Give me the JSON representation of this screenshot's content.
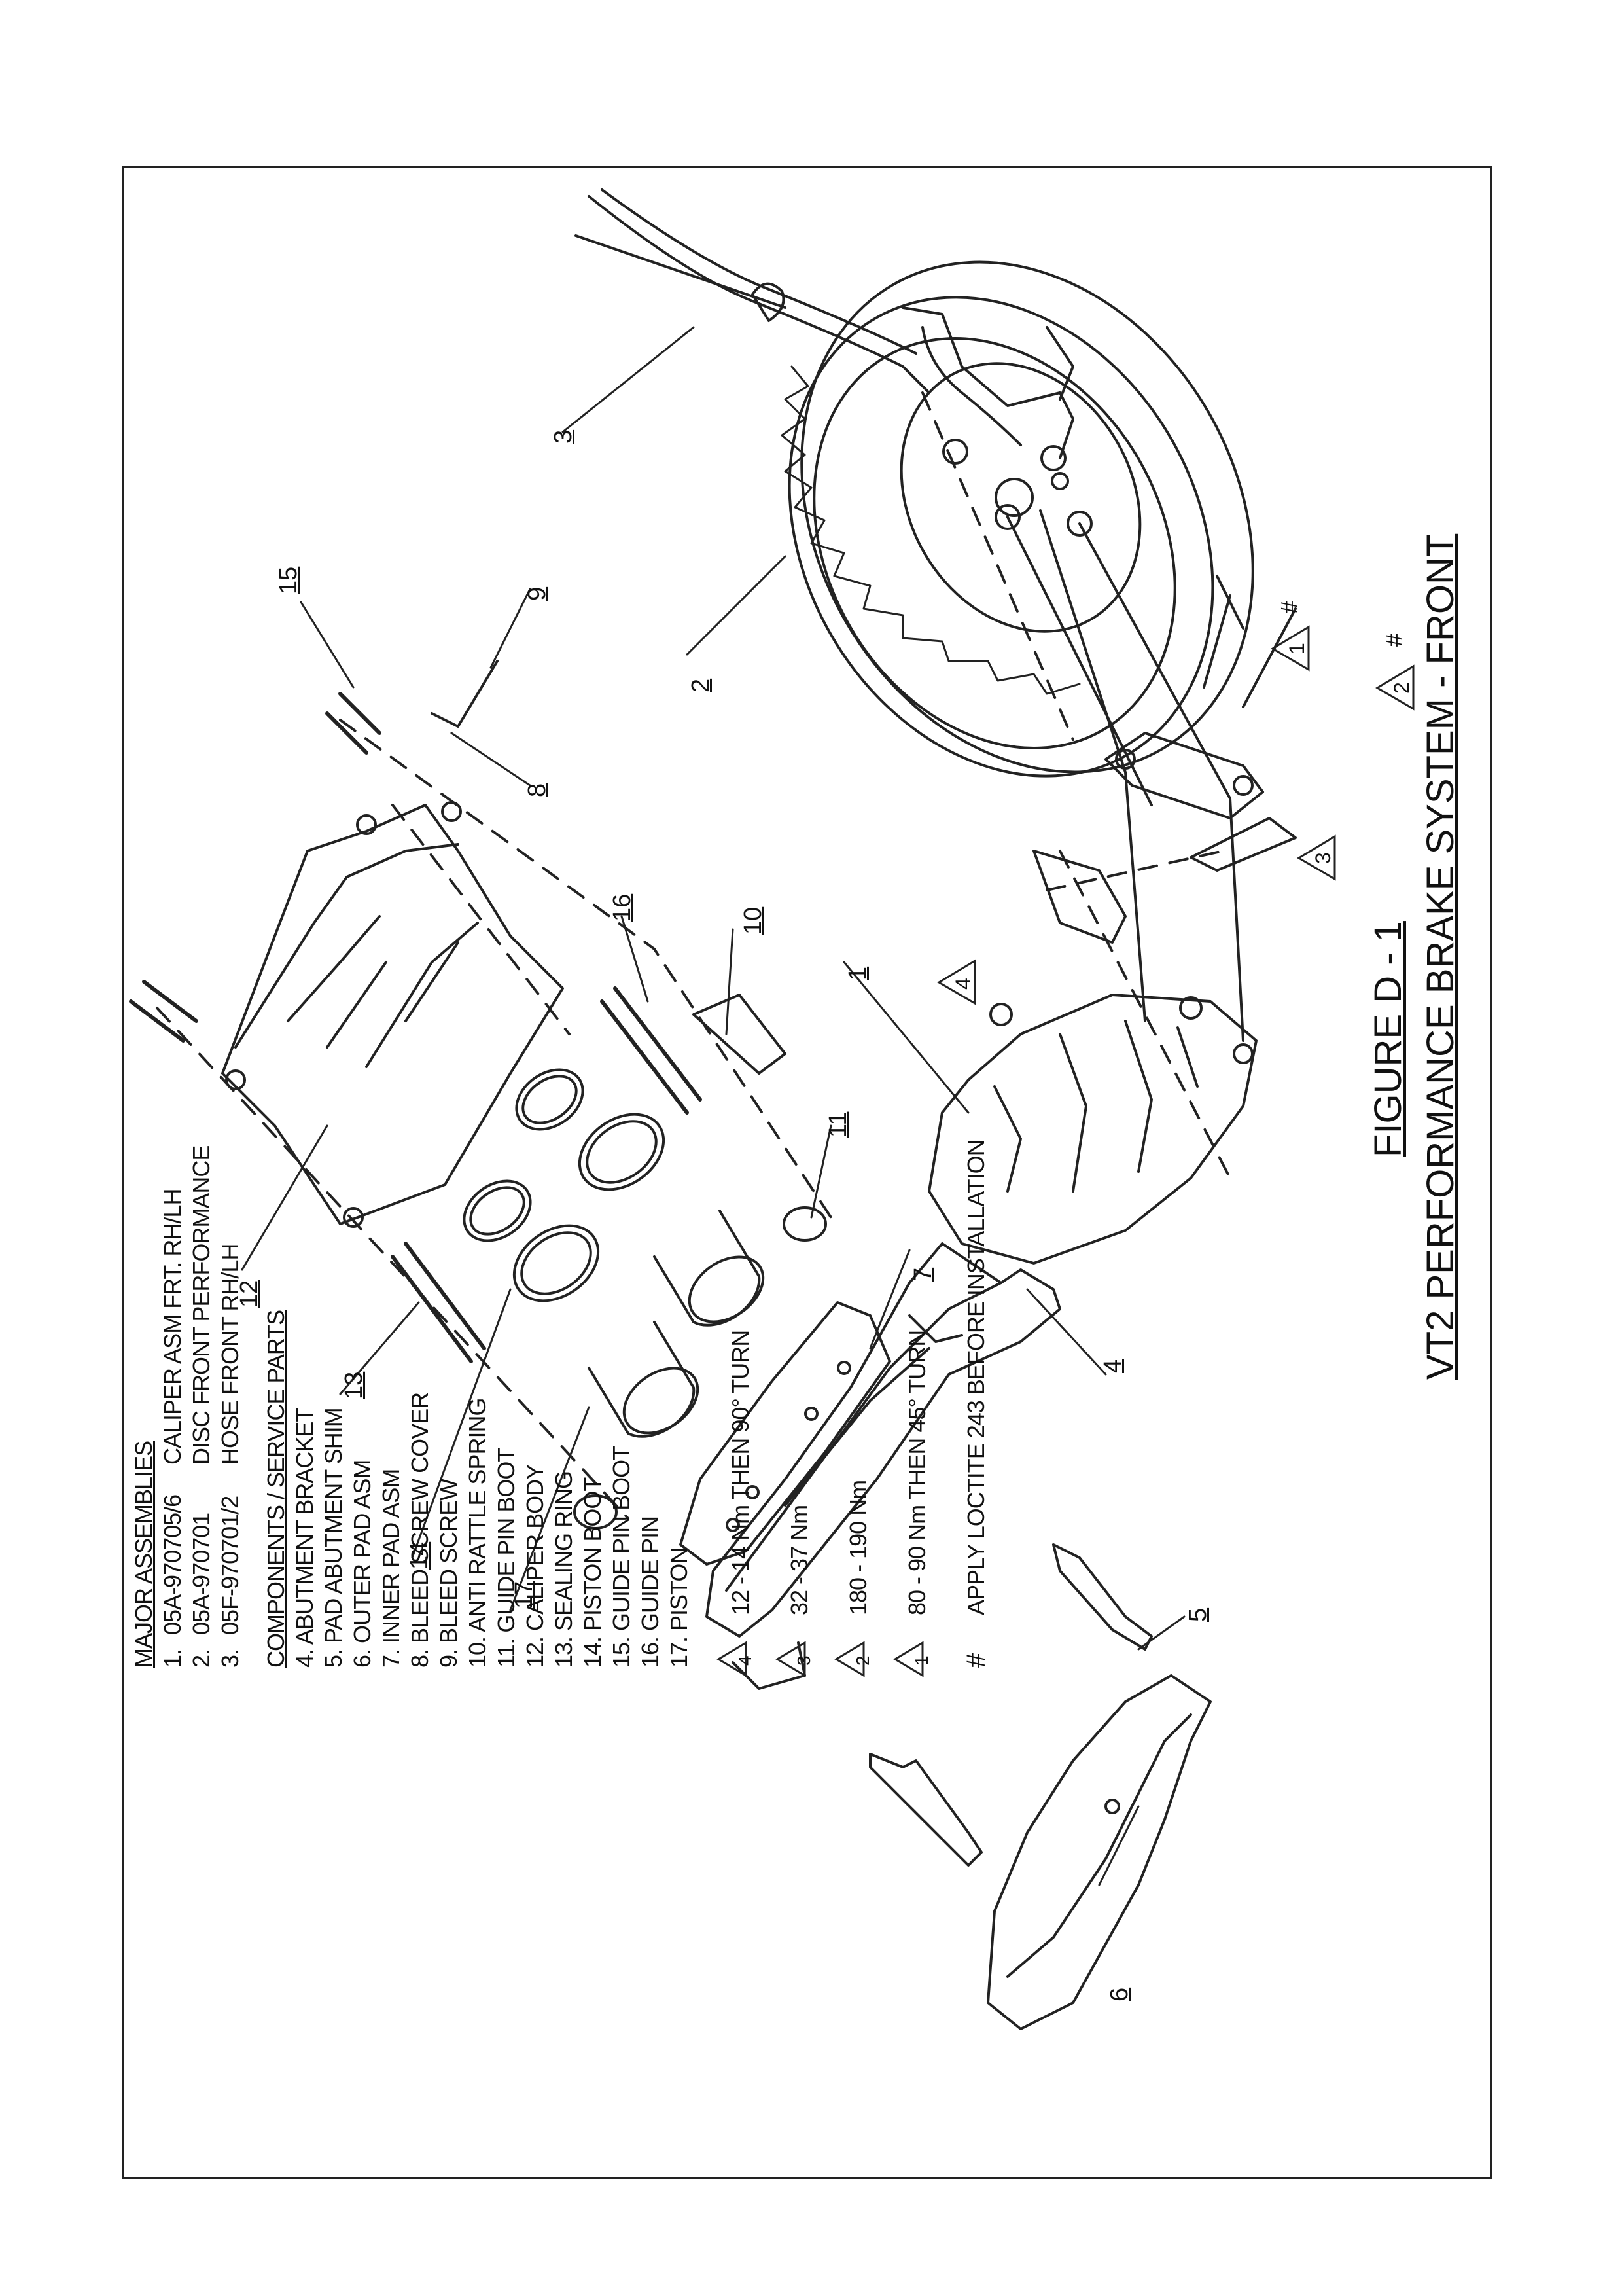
{
  "figure": {
    "number": "FIGURE D - 1",
    "title": "VT2  PERFORMANCE BRAKE SYSTEM - FRONT"
  },
  "legend": {
    "major_heading": "MAJOR ASSEMBLIES",
    "major": [
      {
        "num": "1.",
        "part": "05A-970705/6",
        "desc": "CALIPER ASM FRT. RH/LH"
      },
      {
        "num": "2.",
        "part": "05A-970701",
        "desc": "DISC FRONT PERFORMANCE"
      },
      {
        "num": "3.",
        "part": "05F-970701/2",
        "desc": "HOSE FRONT RH/LH"
      }
    ],
    "components_heading": "COMPONENTS / SERVICE PARTS",
    "components": [
      "4.   ABUTMENT BRACKET",
      "5.   PAD ABUTMENT SHIM",
      "6.   OUTER PAD ASM",
      "7.   INNER PAD ASM",
      "8.   BLEED SCREW COVER",
      "9.   BLEED SCREW",
      "10.  ANTI RATTLE SPRING",
      "11.  GUIDE PIN BOOT",
      "12.  CALIPER BODY",
      "13.  SEALING RING",
      "14.  PISTON BOOT",
      "15.  GUIDE PIN BOOT",
      "16.  GUIDE PIN",
      "17.  PISTON"
    ]
  },
  "torque_notes": [
    {
      "symbol": "4",
      "text": "12 - 14 Nm THEN 90° TURN"
    },
    {
      "symbol": "3",
      "text": "32 - 37 Nm"
    },
    {
      "symbol": "2",
      "text": "180 - 190 Nm"
    },
    {
      "symbol": "1",
      "text": "80 - 90 Nm THEN 45° TURN"
    },
    {
      "symbol": "#",
      "text": "APPLY LOCTITE 243 BEFORE INSTALLATION"
    }
  ],
  "callouts": [
    "1",
    "2",
    "3",
    "4",
    "5",
    "6",
    "7",
    "8",
    "9",
    "10",
    "11",
    "12",
    "13",
    "14",
    "15",
    "16",
    "17"
  ],
  "torque_flags": [
    "1",
    "2",
    "3",
    "4",
    "#",
    "#"
  ]
}
